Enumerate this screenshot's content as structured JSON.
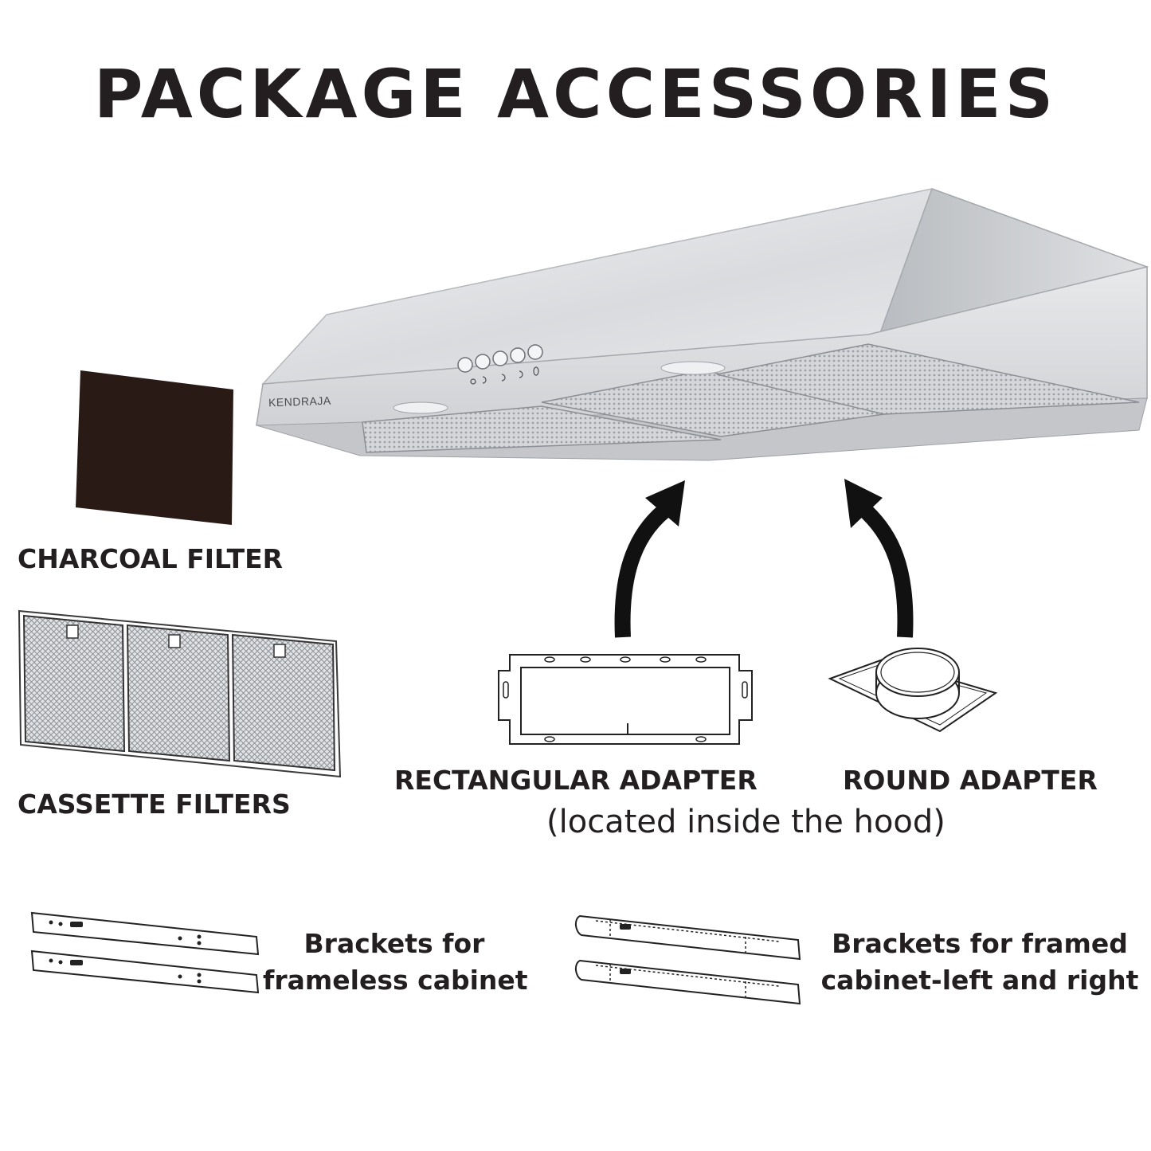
{
  "title": "PACKAGE ACCESSORIES",
  "hood": {
    "brand": "KENDRAJA"
  },
  "labels": {
    "charcoal_filter": "CHARCOAL FILTER",
    "cassette_filters": "CASSETTE FILTERS",
    "rectangular_adapter": "RECTANGULAR ADAPTER",
    "round_adapter": "ROUND ADAPTER",
    "adapter_note": "(located inside the hood)",
    "brackets_frameless_line1": "Brackets for",
    "brackets_frameless_line2": "frameless cabinet",
    "brackets_framed_line1": "Brackets for framed",
    "brackets_framed_line2": "cabinet-left and right"
  },
  "colors": {
    "text": "#231f20",
    "charcoal": "#2a1a16",
    "steel_light": "#e6e7e9",
    "steel_mid": "#c9cbce",
    "steel_dark": "#a9acb0"
  },
  "icons": [
    "arrow-up-curved-icon",
    "arrow-up-curved-icon"
  ]
}
